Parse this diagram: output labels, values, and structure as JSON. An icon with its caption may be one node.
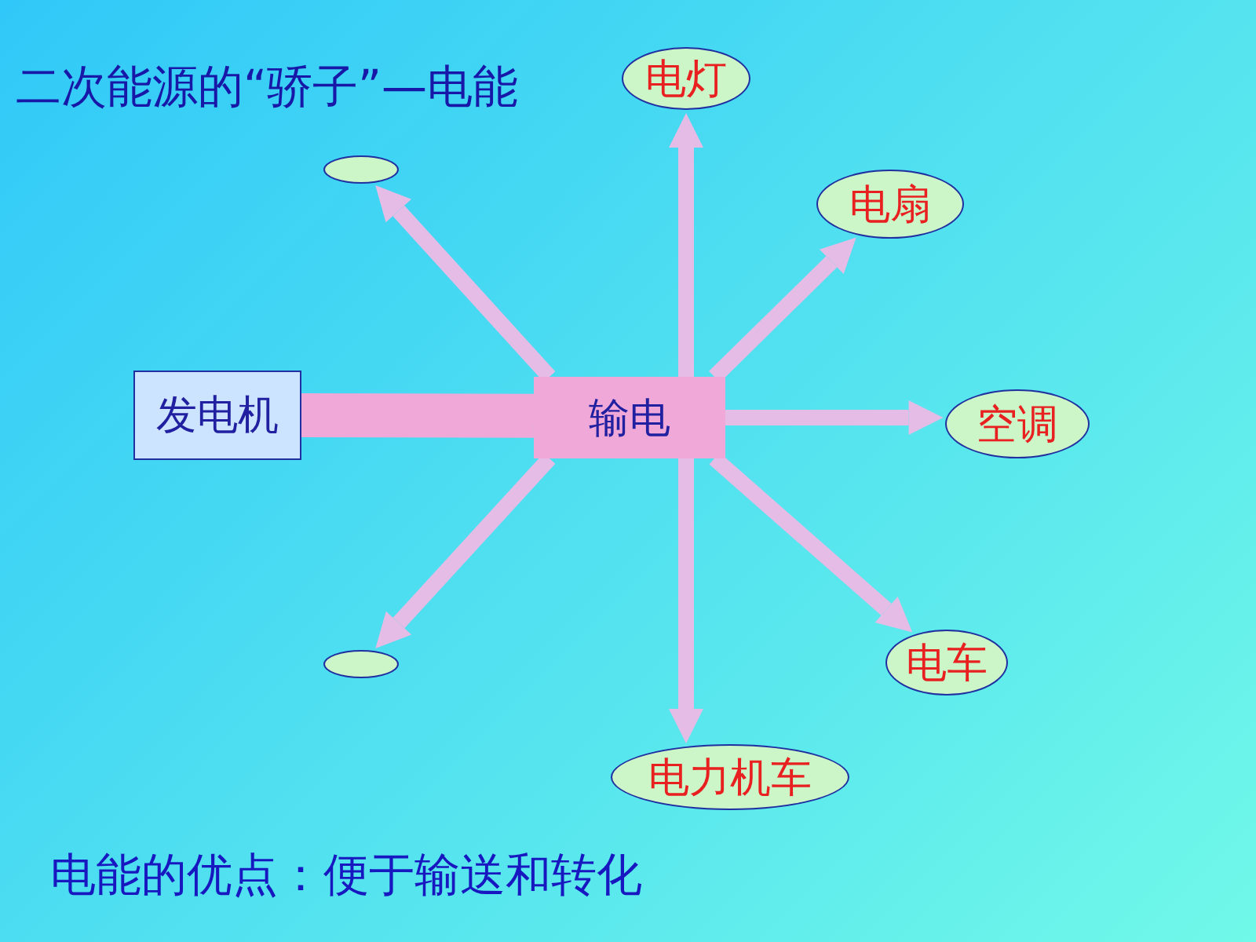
{
  "diagram": {
    "title": "二次能源的“骄子”—电能",
    "nodes": [
      {
        "text": [
          "电灯"
        ]
      },
      {
        "text": [],
        "shape": "circle"
      },
      {
        "text": [
          "电扇"
        ]
      },
      {
        "text": [
          "发电机"
        ]
      },
      {
        "text": [
          "输电"
        ]
      },
      {
        "text": [
          "空调"
        ]
      },
      {
        "text": [],
        "shape": "circle"
      },
      {
        "text": [
          "电车"
        ]
      },
      {
        "text": [
          "电力机车"
        ]
      }
    ],
    "edges": [
      {
        "from": 3,
        "to": 4,
        "arrow": "none",
        "style": "thick",
        "color": "#f0a8d8"
      },
      {
        "from": 4,
        "to": 0,
        "arrow": "to"
      },
      {
        "from": 4,
        "to": 1,
        "arrow": "to"
      },
      {
        "from": 4,
        "to": 2,
        "arrow": "to"
      },
      {
        "from": 4,
        "to": 5,
        "arrow": "to"
      },
      {
        "from": 4,
        "to": 6,
        "arrow": "to"
      },
      {
        "from": 4,
        "to": 7,
        "arrow": "to"
      },
      {
        "from": 4,
        "to": 8,
        "arrow": "to"
      }
    ],
    "labels": [
      "电能的优点：便于输送和转化"
    ]
  }
}
